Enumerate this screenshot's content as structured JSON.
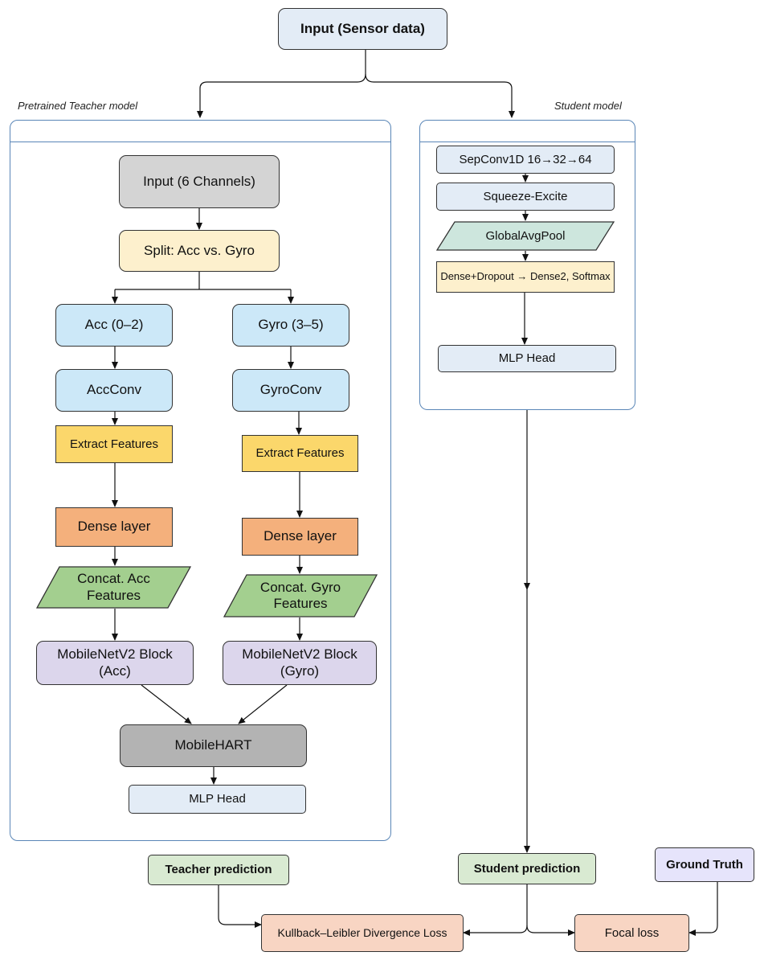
{
  "input": {
    "label": "Input (Sensor data)"
  },
  "teacher": {
    "caption": "Pretrained Teacher model",
    "input": "Input (6 Channels)",
    "split": "Split: Acc vs. Gyro",
    "acc": {
      "branch": "Acc (0–2)",
      "conv": "AccConv",
      "extract": "Extract Features",
      "dense": "Dense layer",
      "concat": "Concat. Acc Features",
      "mobilenet": "MobileNetV2 Block (Acc)"
    },
    "gyro": {
      "branch": "Gyro (3–5)",
      "conv": "GyroConv",
      "extract": "Extract Features",
      "dense": "Dense layer",
      "concat": "Concat. Gyro Features",
      "mobilenet": "MobileNetV2 Block (Gyro)"
    },
    "mobilehart": "MobileHART",
    "mlp_head": "MLP Head"
  },
  "student": {
    "caption": "Student model",
    "sepconv": "SepConv1D 16→32→64",
    "squeeze": "Squeeze-Excite",
    "pool": "GlobalAvgPool",
    "dense": "Dense+Dropout → Dense2, Softmax",
    "mlp_head": "MLP Head"
  },
  "outputs": {
    "teacher_prediction": "Teacher prediction",
    "student_prediction": "Student prediction",
    "ground_truth": "Ground Truth",
    "kl_loss": "Kullback–Leibler Divergence Loss",
    "focal_loss": "Focal loss"
  }
}
